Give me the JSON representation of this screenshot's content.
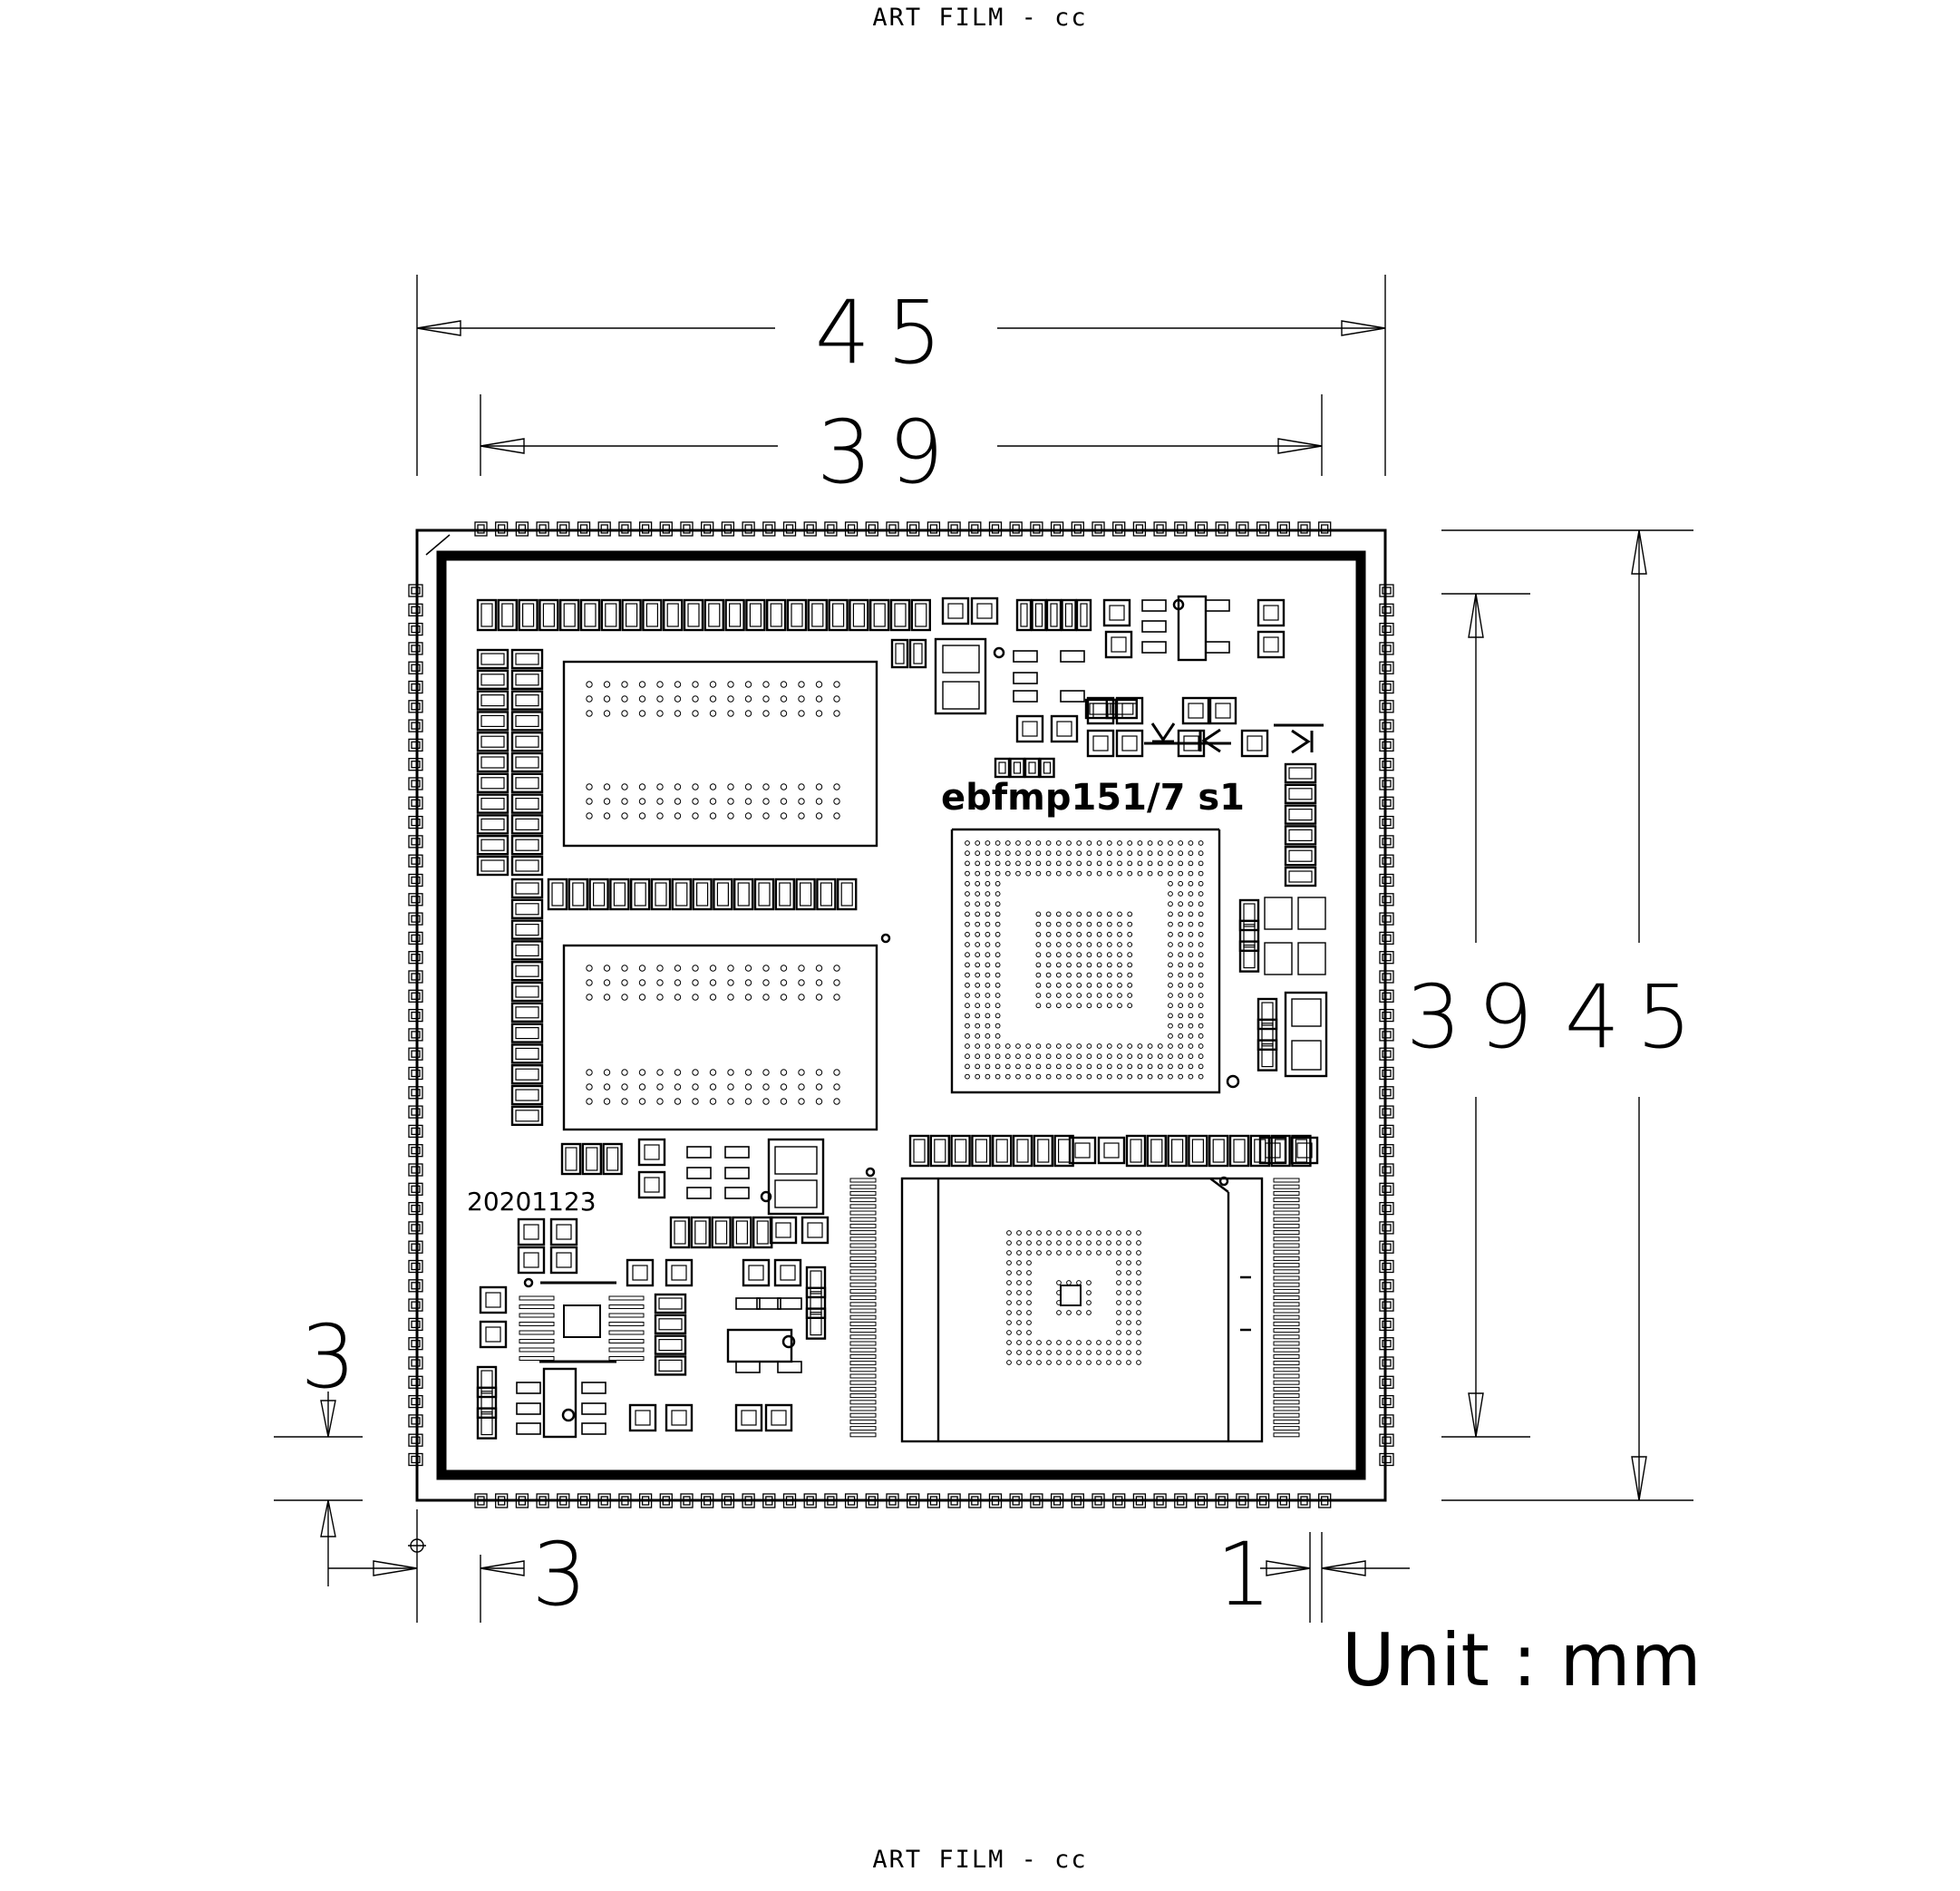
{
  "header": {
    "top_label": "ART FILM - cc",
    "bottom_label": "ART FILM - cc"
  },
  "board": {
    "silkscreen_name": "ebfmp151/7 s1",
    "date_code": "20201123"
  },
  "dimensions": {
    "outer_width": "45",
    "inner_width": "39",
    "inner_height": "39",
    "outer_height": "45",
    "edge_offset_left": "3",
    "edge_offset_bottom_left": "3",
    "edge_offset_right": "1"
  },
  "unit_label": "Unit : mm",
  "colors": {
    "ink": "#000000",
    "background": "#ffffff"
  }
}
